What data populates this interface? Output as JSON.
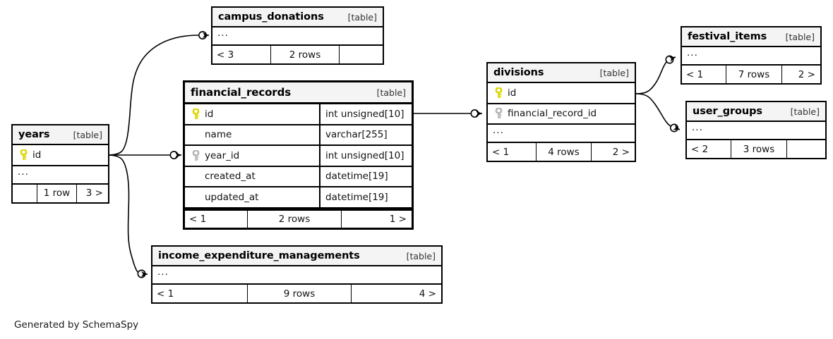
{
  "diagram": {
    "credit": "Generated by SchemaSpy",
    "table_tag": "[table]",
    "ellipsis": "...",
    "pk_icon": "yellow-key-icon",
    "fk_icon": "gray-key-icon"
  },
  "tables": {
    "years": {
      "name": "years",
      "tag": "[table]",
      "columns": [
        {
          "name": "id",
          "type": "",
          "key": "pk"
        }
      ],
      "ellipsis": "...",
      "footer": {
        "left": "",
        "center": "1 row",
        "right": "3 >"
      }
    },
    "campus_donations": {
      "name": "campus_donations",
      "tag": "[table]",
      "columns": [],
      "ellipsis": "...",
      "footer": {
        "left": "< 3",
        "center": "2 rows",
        "right": ""
      }
    },
    "financial_records": {
      "name": "financial_records",
      "tag": "[table]",
      "columns": [
        {
          "name": "id",
          "type": "int unsigned[10]",
          "key": "pk"
        },
        {
          "name": "name",
          "type": "varchar[255]",
          "key": "none"
        },
        {
          "name": "year_id",
          "type": "int unsigned[10]",
          "key": "fk"
        },
        {
          "name": "created_at",
          "type": "datetime[19]",
          "key": "none"
        },
        {
          "name": "updated_at",
          "type": "datetime[19]",
          "key": "none"
        }
      ],
      "ellipsis": "",
      "footer": {
        "left": "< 1",
        "center": "2 rows",
        "right": "1 >"
      }
    },
    "income_expenditure_managements": {
      "name": "income_expenditure_managements",
      "tag": "[table]",
      "columns": [],
      "ellipsis": "...",
      "footer": {
        "left": "< 1",
        "center": "9 rows",
        "right": "4 >"
      }
    },
    "divisions": {
      "name": "divisions",
      "tag": "[table]",
      "columns": [
        {
          "name": "id",
          "type": "",
          "key": "pk"
        },
        {
          "name": "financial_record_id",
          "type": "",
          "key": "fk"
        }
      ],
      "ellipsis": "...",
      "footer": {
        "left": "< 1",
        "center": "4 rows",
        "right": "2 >"
      }
    },
    "festival_items": {
      "name": "festival_items",
      "tag": "[table]",
      "columns": [],
      "ellipsis": "...",
      "footer": {
        "left": "< 1",
        "center": "7 rows",
        "right": "2 >"
      }
    },
    "user_groups": {
      "name": "user_groups",
      "tag": "[table]",
      "columns": [],
      "ellipsis": "...",
      "footer": {
        "left": "< 2",
        "center": "3 rows",
        "right": ""
      }
    }
  },
  "relationships": [
    {
      "from": "years",
      "to": "campus_donations"
    },
    {
      "from": "years",
      "to": "financial_records.year_id"
    },
    {
      "from": "years",
      "to": "income_expenditure_managements"
    },
    {
      "from": "financial_records.id",
      "to": "divisions.financial_record_id"
    },
    {
      "from": "divisions.id",
      "to": "festival_items"
    },
    {
      "from": "divisions.id",
      "to": "user_groups"
    }
  ],
  "colors": {
    "pk_key": "#e8e200",
    "fk_key": "#b3b3b3",
    "border": "#000000",
    "header_bg": "#f4f4f4",
    "page_bg": "#ffffff"
  }
}
